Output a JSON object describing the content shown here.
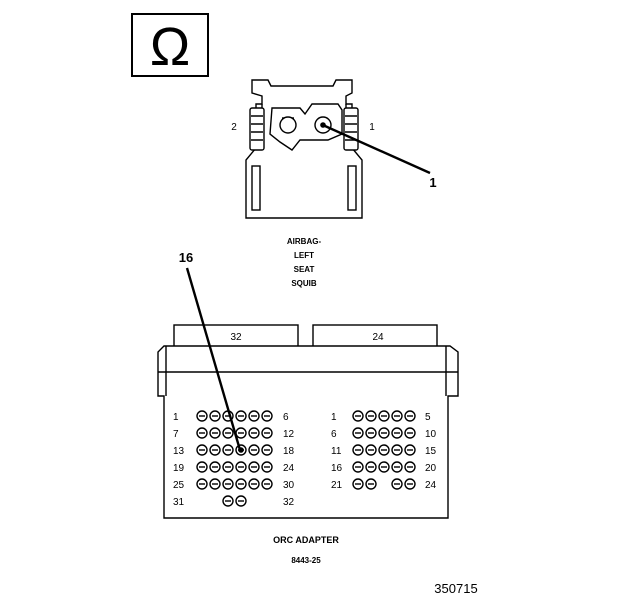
{
  "meter_symbol": {
    "icon": "ohm-icon",
    "glyph": "Ω"
  },
  "connector": {
    "pin_left_label": "2",
    "pin_right_label": "1",
    "callout": "1",
    "caption_lines": [
      "AIRBAG-",
      "LEFT",
      "SEAT",
      "SQUIB"
    ]
  },
  "adapter": {
    "left_header": "32",
    "right_header": "24",
    "callout": "16",
    "left_rows": [
      {
        "start": "1",
        "end": "6"
      },
      {
        "start": "7",
        "end": "12"
      },
      {
        "start": "13",
        "end": "18"
      },
      {
        "start": "19",
        "end": "24"
      },
      {
        "start": "25",
        "end": "30"
      },
      {
        "start": "31",
        "end": "32"
      }
    ],
    "right_rows": [
      {
        "start": "1",
        "end": "5"
      },
      {
        "start": "6",
        "end": "10"
      },
      {
        "start": "11",
        "end": "15"
      },
      {
        "start": "16",
        "end": "20"
      },
      {
        "start": "21",
        "end": "24"
      }
    ],
    "caption_line1": "ORC ADAPTER",
    "caption_line2": "8443-25"
  },
  "figure_number": "350715"
}
